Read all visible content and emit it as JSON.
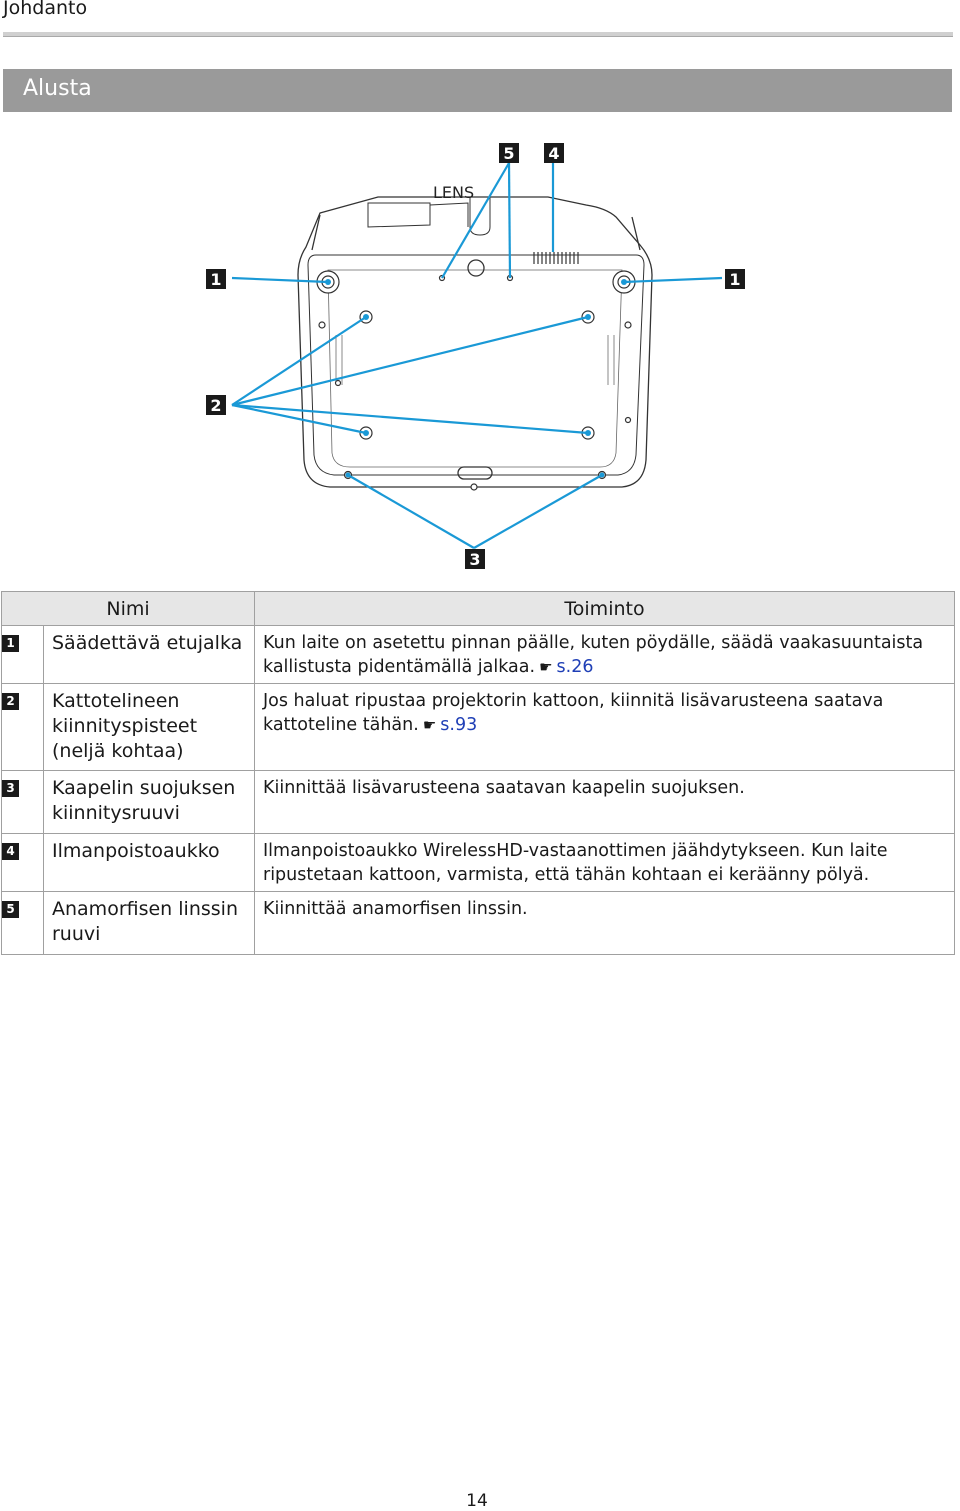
{
  "header": {
    "title": "Johdanto"
  },
  "section": {
    "title": "Alusta"
  },
  "diagram": {
    "lens_label": "LENS",
    "callouts": [
      "1",
      "1",
      "2",
      "3",
      "4",
      "5"
    ],
    "callout_color": "#1a99d6"
  },
  "table": {
    "headers": {
      "name": "Nimi",
      "function": "Toiminto"
    },
    "rows": [
      {
        "num": "1",
        "name": "Säädettävä etujalka",
        "desc": "Kun laite on asetettu pinnan päälle, kuten pöydälle, säädä vaakasuuntaista kallistusta pidentämällä jalkaa.",
        "ref": "s.26"
      },
      {
        "num": "2",
        "name": "Kattotelineen kiinnityspisteet (neljä kohtaa)",
        "desc": "Jos haluat ripustaa projektorin kattoon, kiinnitä lisävarusteena saatava kattoteline tähän.",
        "ref": "s.93"
      },
      {
        "num": "3",
        "name": "Kaapelin suojuksen kiinnitysruuvi",
        "desc": "Kiinnittää lisävarusteena saatavan kaapelin suojuksen.",
        "ref": ""
      },
      {
        "num": "4",
        "name": "Ilmanpoistoaukko",
        "desc": "Ilmanpoistoaukko WirelessHD-vastaanottimen jäähdytykseen. Kun laite ripustetaan kattoon, varmista, että tähän kohtaan ei keräänny pölyä.",
        "ref": ""
      },
      {
        "num": "5",
        "name": "Anamorfisen linssin ruuvi",
        "desc": "Kiinnittää anamorfisen linssin.",
        "ref": ""
      }
    ]
  },
  "footer": {
    "page_number": "14"
  }
}
